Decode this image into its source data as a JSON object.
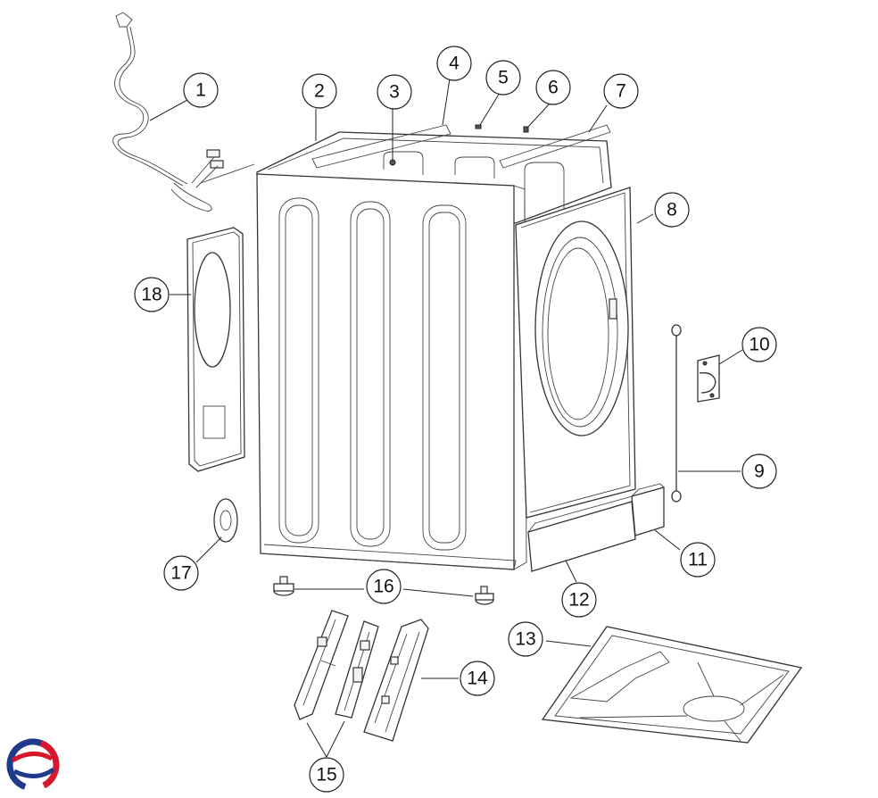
{
  "diagram": {
    "callouts": [
      {
        "id": "1",
        "label": "1"
      },
      {
        "id": "2",
        "label": "2"
      },
      {
        "id": "3",
        "label": "3"
      },
      {
        "id": "4",
        "label": "4"
      },
      {
        "id": "5",
        "label": "5"
      },
      {
        "id": "6",
        "label": "6"
      },
      {
        "id": "7",
        "label": "7"
      },
      {
        "id": "8",
        "label": "8"
      },
      {
        "id": "9",
        "label": "9"
      },
      {
        "id": "10",
        "label": "10"
      },
      {
        "id": "11",
        "label": "11"
      },
      {
        "id": "12",
        "label": "12"
      },
      {
        "id": "13",
        "label": "13"
      },
      {
        "id": "14",
        "label": "14"
      },
      {
        "id": "15",
        "label": "15"
      },
      {
        "id": "16",
        "label": "16"
      },
      {
        "id": "17",
        "label": "17"
      },
      {
        "id": "18",
        "label": "18"
      }
    ]
  },
  "logo": {
    "icon": "brand-logo-icon",
    "colors": {
      "blue": "#1f3a8a",
      "red": "#d6182a"
    }
  }
}
